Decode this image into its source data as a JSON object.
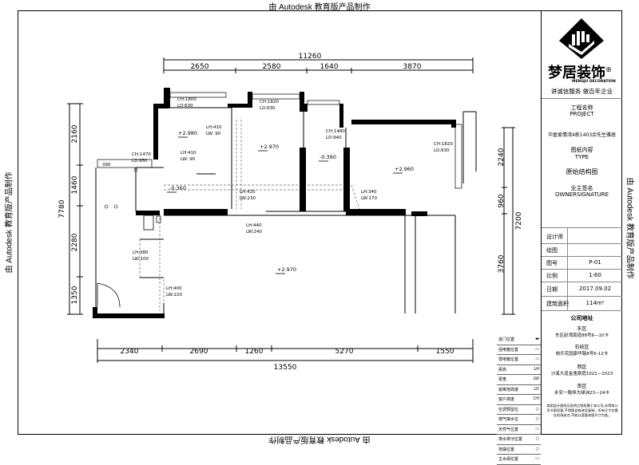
{
  "watermark": "由 Autodesk 教育版产品制作",
  "brand": {
    "name": "梦居装饰",
    "reg": "®",
    "en": "MENGJU DECORATION",
    "slogan": "讲诚信服务 做百年企业"
  },
  "project": {
    "label": "工程名称",
    "label_en": "PROJECT",
    "value": "华盈爱情湾4栋1403余先生雅居"
  },
  "type": {
    "label": "图纸内容",
    "label_en": "TYPE",
    "value": "原始结构图"
  },
  "owner": {
    "label": "业主签名",
    "label_en": "OWNERSIGNATURE"
  },
  "info_rows": [
    {
      "label": "设计师",
      "value": ""
    },
    {
      "label": "绘图",
      "value": ""
    },
    {
      "label": "图号",
      "value": "P-01"
    },
    {
      "label": "比例",
      "value": "1:60"
    },
    {
      "label": "日期",
      "value": "2017.09.02"
    },
    {
      "label": "建筑面积",
      "value": "114m²"
    }
  ],
  "address": {
    "title": "公司地址",
    "lines": [
      "东区",
      "东区赵湾南道88号6—10卡",
      "石岐区",
      "岐乐花园康华路8号6-12卡",
      "西区",
      "沙溪大道金逸豪庭1021—1023",
      "南区",
      "永安一路恒大绿洲23—24卡"
    ],
    "note": "本图设计图纸及说明之版权属于本公司,未得本公司书面同意,不得擅自修改及复制。所有尺寸均需在现场核对,不能以度量本图尺寸为准。"
  },
  "legend": [
    {
      "label": "进门位置",
      "sym": "▬"
    },
    {
      "label": "强电箱位置",
      "sym": "▭"
    },
    {
      "label": "弱电箱位置",
      "sym": "▭"
    },
    {
      "label": "梁高",
      "sym": "LH"
    },
    {
      "label": "梁宽",
      "sym": "LW"
    },
    {
      "label": "窗离地高度",
      "sym": "LD"
    },
    {
      "label": "窗户高度",
      "sym": "CH"
    },
    {
      "label": "空调预留位",
      "sym": "○"
    },
    {
      "label": "煤气接水位",
      "sym": "○"
    },
    {
      "label": "天然气位置",
      "sym": "▭"
    },
    {
      "label": "排水排污位置",
      "sym": "○"
    },
    {
      "label": "地漏位置",
      "sym": "○"
    },
    {
      "label": "主水阀位置",
      "sym": "▭"
    }
  ],
  "dims_top": {
    "total": "11260",
    "segs": [
      "2650",
      "2580",
      "1640",
      "3870"
    ]
  },
  "dims_bottom": {
    "total": "13550",
    "segs": [
      "2340",
      "2690",
      "1260",
      "5270",
      "1550"
    ]
  },
  "dims_left": {
    "total": "7780",
    "segs": [
      "2160",
      "1460",
      "2280",
      "1350"
    ]
  },
  "dims_right": {
    "total": "7200",
    "segs": [
      "2240",
      "960",
      "3760"
    ]
  },
  "levels": [
    "+2.980",
    "+2.970",
    "-0.390",
    "+2.960",
    "-0.360",
    "+2.970"
  ],
  "notes": {
    "w1": [
      "CH:1800",
      "LD:630"
    ],
    "w2": [
      "CH:1820",
      "LD:630"
    ],
    "w3": [
      "CH:1480",
      "LD:940"
    ],
    "w4": [
      "CH:1820",
      "LD:630"
    ],
    "w5": [
      "CH:1470",
      "LD:950"
    ],
    "b1": [
      "LH:410",
      "LW: 90"
    ],
    "b2": [
      "LH:410",
      "LW: 90"
    ],
    "b3": [
      "LH:420",
      "LW:230"
    ],
    "b4": [
      "LH:340",
      "LW:170"
    ],
    "b5": [
      "LH:440",
      "LW:240"
    ],
    "b6": [
      "LH:380",
      "LW:100"
    ],
    "b7": [
      "LH:400",
      "LW:220"
    ]
  },
  "small_390": "390"
}
